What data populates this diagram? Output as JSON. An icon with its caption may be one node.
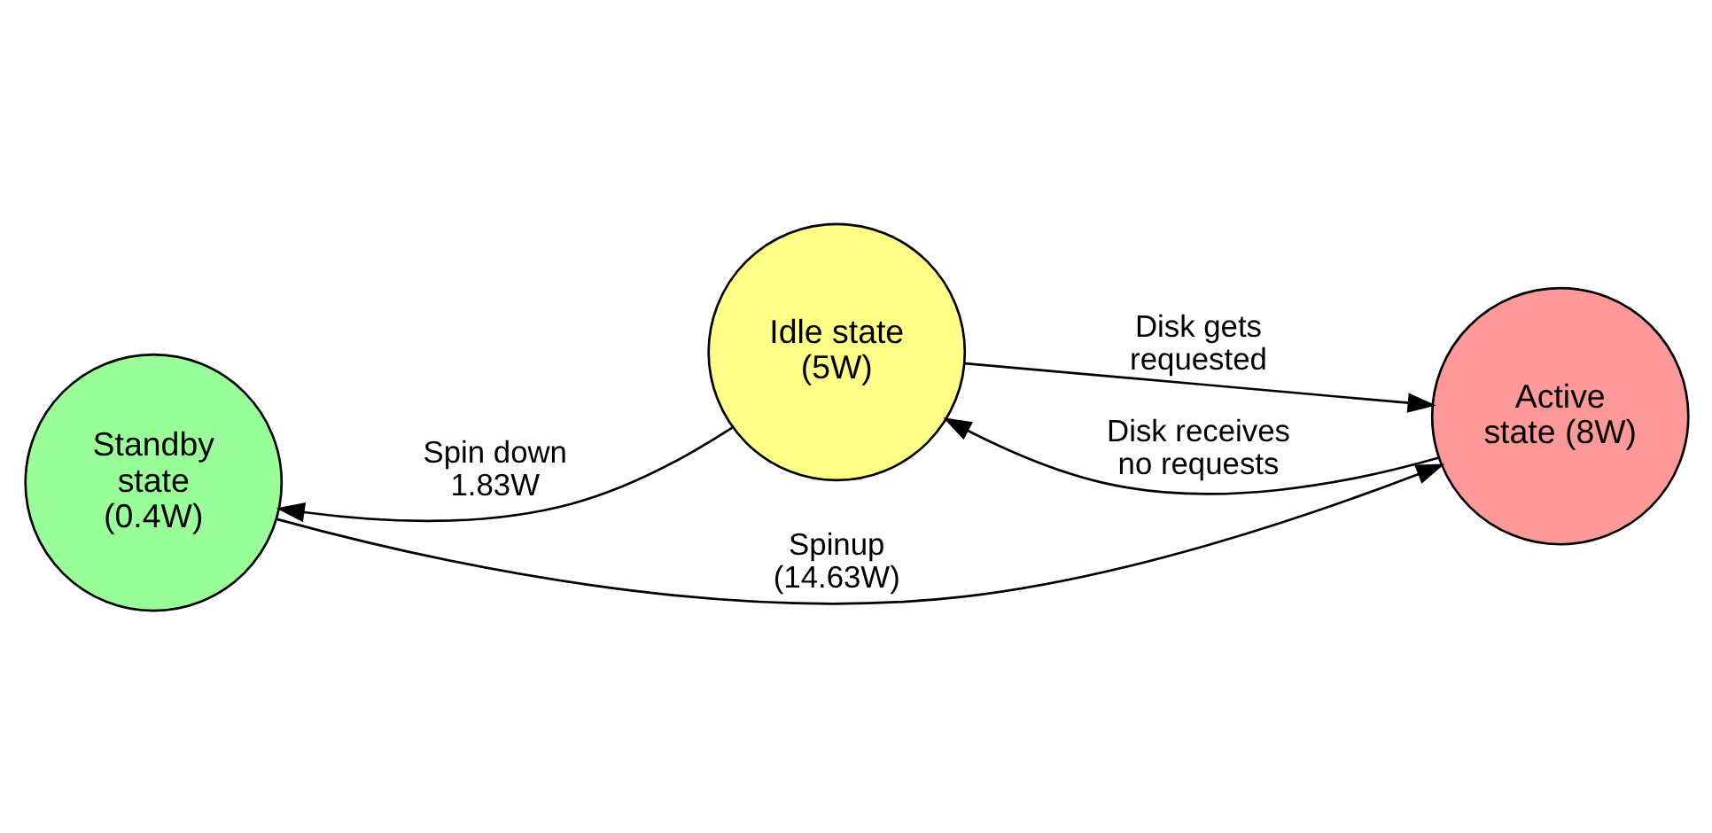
{
  "diagram": {
    "nodes": [
      {
        "text": [
          "Standby state (0.4W)"
        ]
      },
      {
        "text": [
          "Idle state (5W)"
        ]
      },
      {
        "text": [
          "Active state (8W)"
        ]
      }
    ],
    "edges": [
      {
        "from": 1,
        "to": 0,
        "arrow": "to",
        "label": "Spin down 1.83W"
      },
      {
        "from": 1,
        "to": 2,
        "arrow": "to",
        "label": "Disk gets requested"
      },
      {
        "from": 2,
        "to": 1,
        "arrow": "to",
        "label": "Disk receives no requests"
      },
      {
        "from": 0,
        "to": 2,
        "arrow": "to",
        "label": "Spinup (14.63W)"
      }
    ]
  }
}
